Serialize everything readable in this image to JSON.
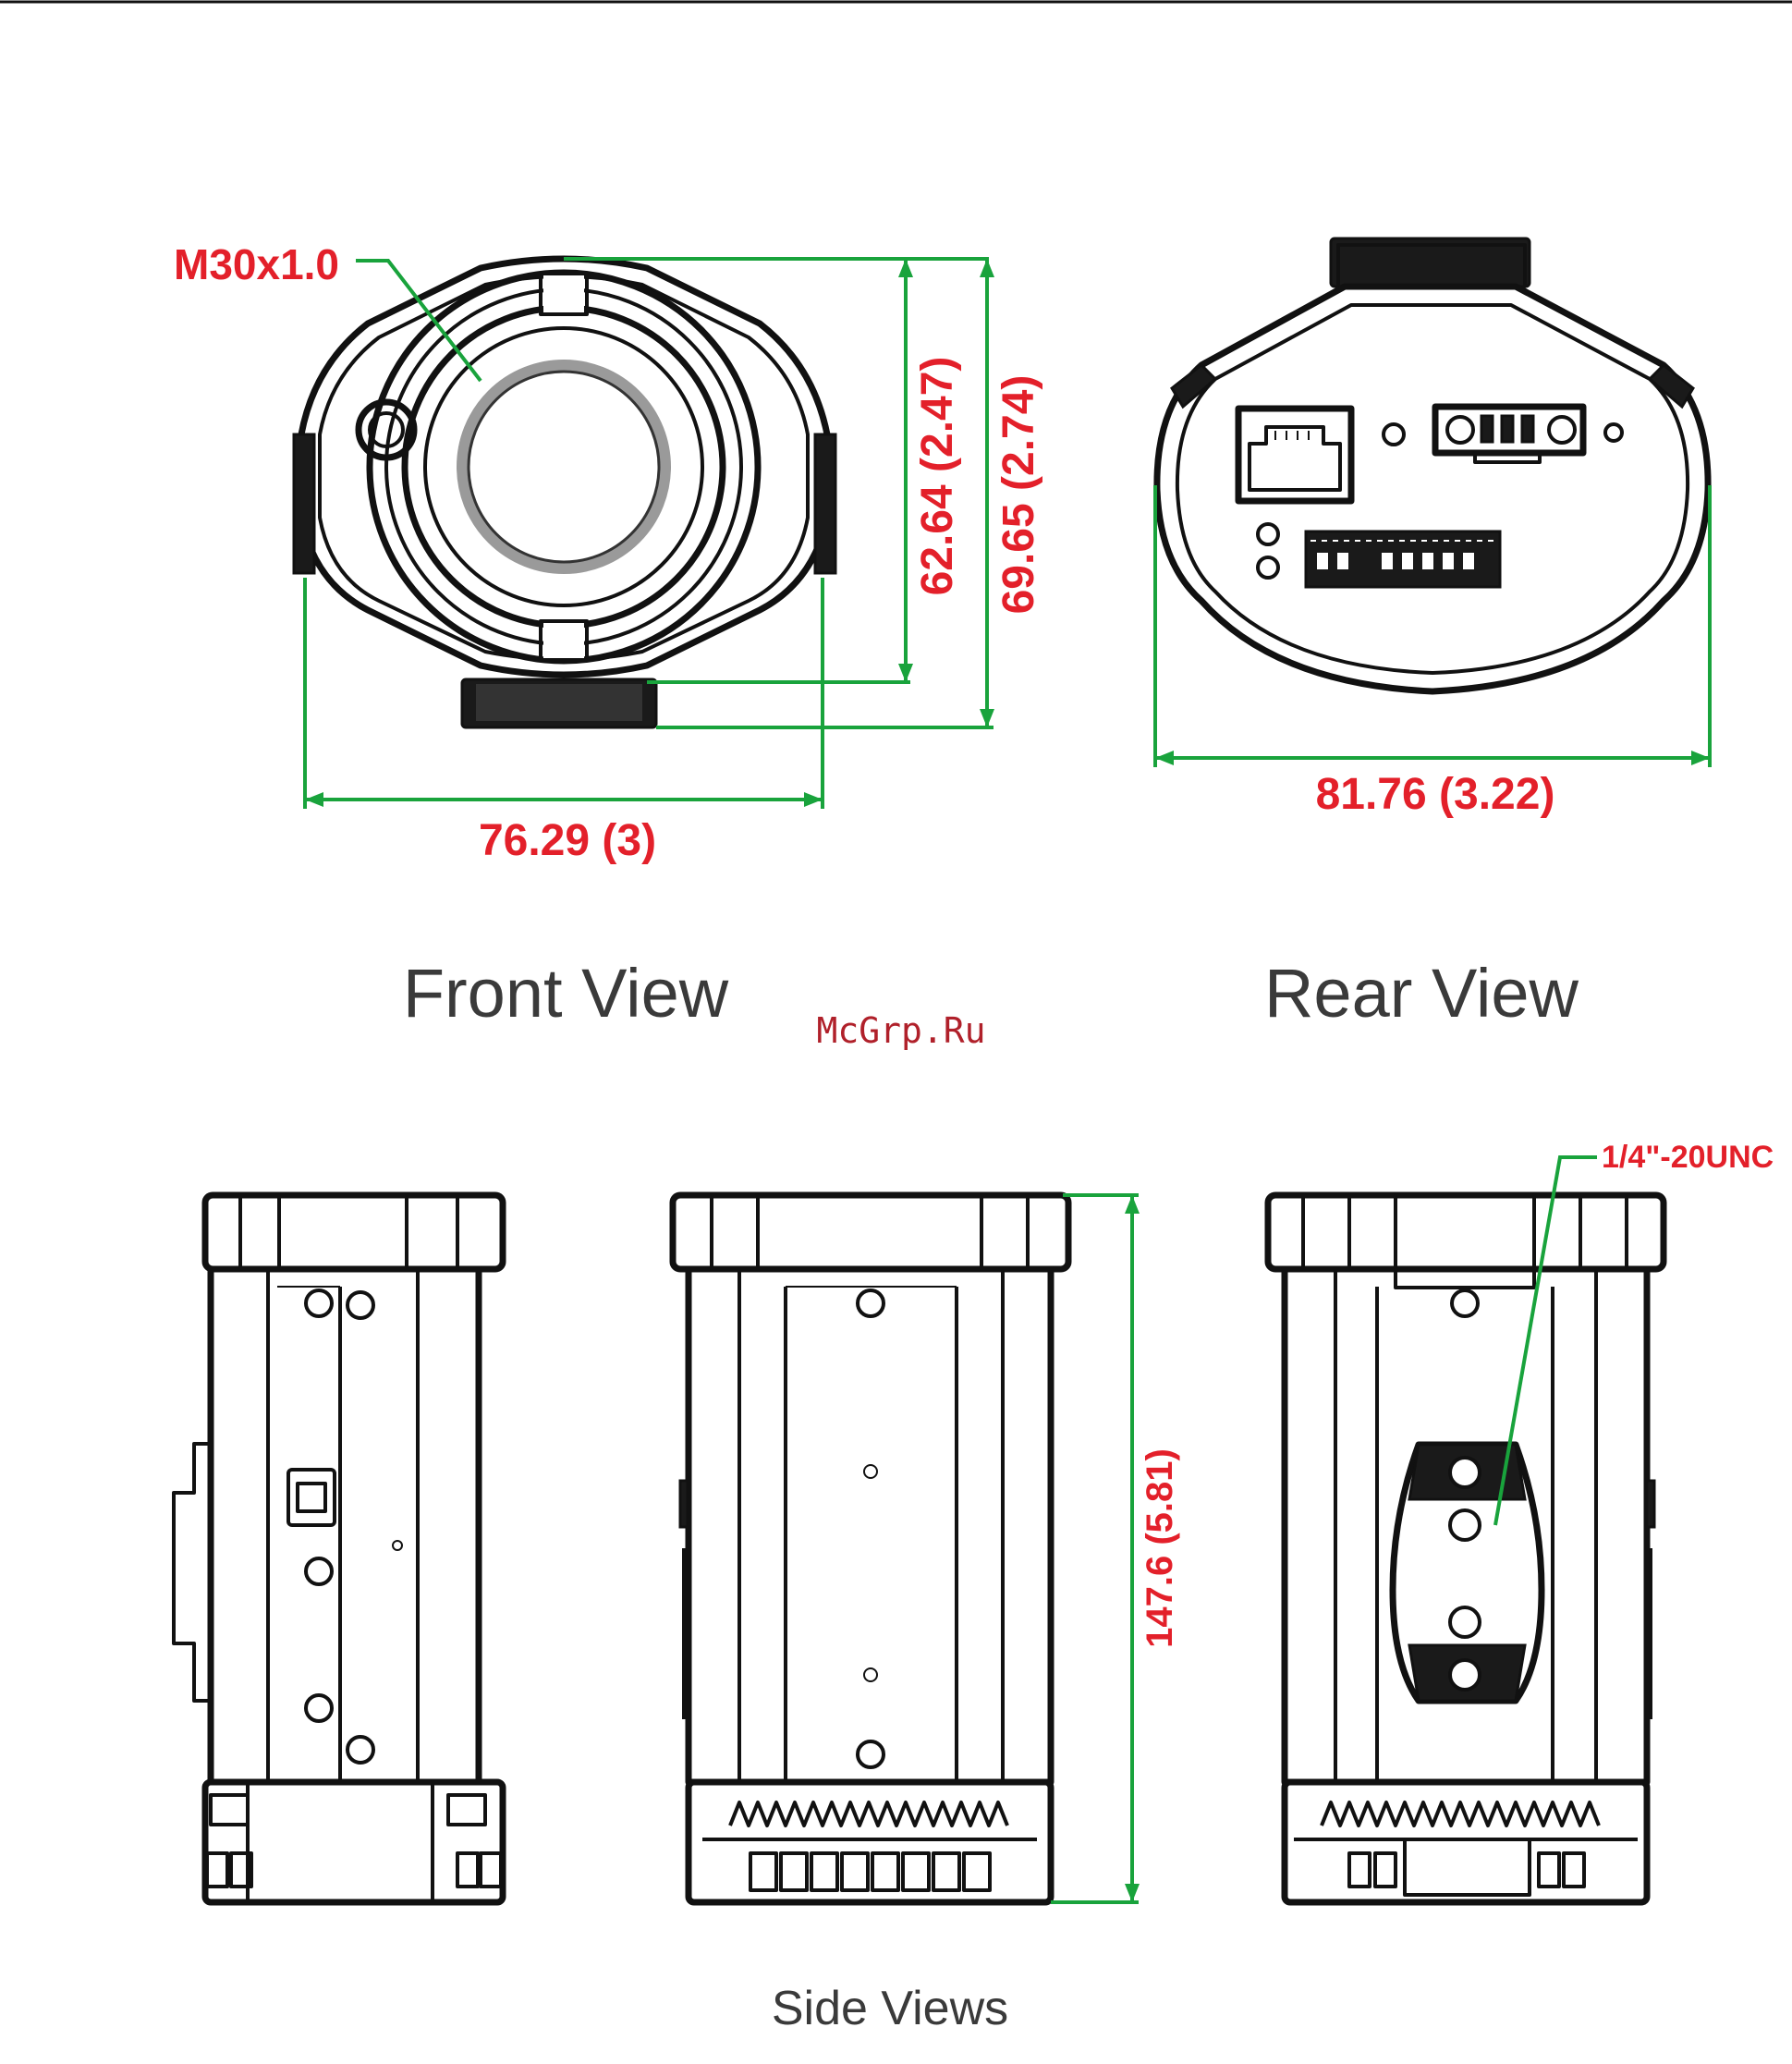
{
  "front_view": {
    "title": "Front View",
    "thread_label": "M30x1.0",
    "width_dim": "76.29 (3)",
    "inner_height_dim": "62.64 (2.47)",
    "outer_height_dim": "69.65 (2.74)"
  },
  "rear_view": {
    "title": "Rear View",
    "width_dim": "81.76 (3.22)"
  },
  "side_views": {
    "title": "Side Views",
    "height_dim": "147.6 (5.81)",
    "mount_label": "1/4\"-20UNC"
  },
  "watermark": "McGrp.Ru",
  "colors": {
    "dimension_text": "#e3202a",
    "dimension_line": "#19a33c",
    "outline": "#111111",
    "title_text": "#3a3a3a"
  }
}
